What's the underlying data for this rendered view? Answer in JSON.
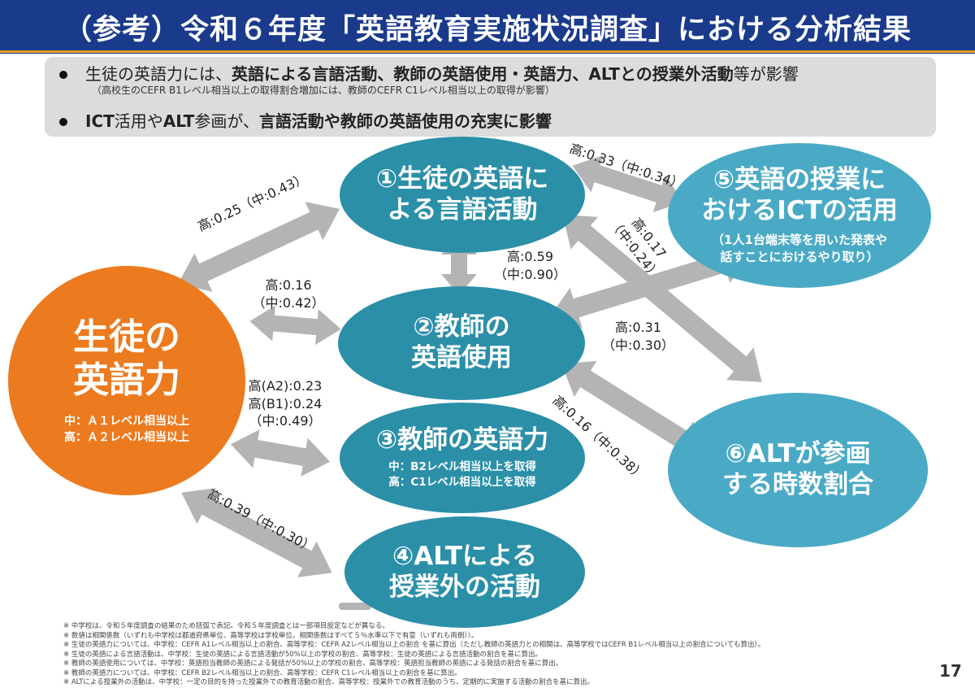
{
  "title": "（参考）令和６年度「英語教育実施状況調査」における分析結果",
  "summary": {
    "line1": {
      "p1": "生徒の英語力には、",
      "p2": "英語による言語活動、教師の英語使用・英語力、ALTとの授業外活動",
      "p3": "等が影響"
    },
    "line1_sub": "（高校生のCEFR B1レベル相当以上の取得割合増加には、教師のCEFR C1レベル相当以上の取得が影響）",
    "line2": {
      "p1": "ICT",
      "p2": "活用や",
      "p3": "ALT",
      "p4": "参画が、",
      "p5": "言語活動や教師の英語使用の充実に影響"
    }
  },
  "nodes": {
    "student": {
      "line1": "生徒の",
      "line2": "英語力",
      "sub1": "中：Ａ１レベル相当以上",
      "sub2": "高：Ａ２レベル相当以上"
    },
    "n1": {
      "line1": "①生徒の英語に",
      "line2": "よる言語活動"
    },
    "n2": {
      "line1": "②教師の",
      "line2": "英語使用"
    },
    "n3": {
      "line1": "③教師の英語力",
      "sub1": "中：B2レベル相当以上を取得",
      "sub2": "高：C1レベル相当以上を取得"
    },
    "n4": {
      "line1": "④ALTによる",
      "line2": "授業外の活動"
    },
    "n5": {
      "line1": "⑤英語の授業に",
      "line2": "おけるICTの活用",
      "sub1": "（1人1台端末等を用いた発表や",
      "sub2": "話すことにおけるやり取り）"
    },
    "n6": {
      "line1": "⑥ALTが参画",
      "line2": "する時数割合"
    }
  },
  "labels": {
    "s_n1": "高:0.25（中:0.43）",
    "s_n2_a": "高:0.16",
    "s_n2_b": "（中:0.42）",
    "s_n3_a": "高(A2):0.23",
    "s_n3_b": "高(B1):0.24",
    "s_n3_c": "（中:0.49）",
    "s_n4": "高:0.39（中:0.30）",
    "n1_n2_a": "高:0.59",
    "n1_n2_b": "（中:0.90）",
    "n1_n5": "高:0.33（中:0.34）",
    "n5_n2_a": "高:0.17",
    "n5_n2_b": "（中:0.24）",
    "n1_n6_a": "高:0.31",
    "n1_n6_b": "（中:0.30）",
    "n2_n6": "高:0.16（中:0.38）"
  },
  "notes": [
    "※ 中学校は、令和５年度調査の結果のため括弧で表記。令和５年度調査とは一部項目設定などが異なる。",
    "※ 数値は相関係数（いずれも中学校は都道府県単位、高等学校は学校単位。相関係数はすべて５％水準以下で有意（いずれも両側））。",
    "※ 生徒の英語力については、中学校：CEFR A1レベル相当以上の割合、高等学校：CEFR A2レベル相当以上の割合 を基に算出（ただし教師の英語力との相関は、高等学校ではCEFR B1レベル相当以上の割合についても算出）。",
    "※ 生徒の英語による言語活動は、中学校：生徒の英語による言語活動が50%以上の学校の割合、高等学校：生徒の英語による言語活動の割合を基に算出。",
    "※ 教師の英語使用については、中学校：英語担当教師の英語による発話が50%以上の学校の割合、高等学校：英語担当教師の英語による発話の割合を基に算出。",
    "※ 教師の英語力については、中学校：CEFR B2レベル相当以上の割合、高等学校：CEFR C1レベル相当以上の割合を基に算出。",
    "※ ALTによる授業外の活動は、中学校：一定の目的を持った授業外での教育活動の割合、高等学校：授業外での教育活動のうち、定期的に実施する活動の割合を基に算出。"
  ],
  "page_number": "17",
  "colors": {
    "title_bg": "#1a3a8c",
    "accent_line": "#e8a21a",
    "student_node": "#ec7a1e",
    "node_dark": "#2b8fa8",
    "node_light": "#4aaac6",
    "arrow": "#b4b4b4",
    "summary_bg": "#dcdcdc"
  }
}
